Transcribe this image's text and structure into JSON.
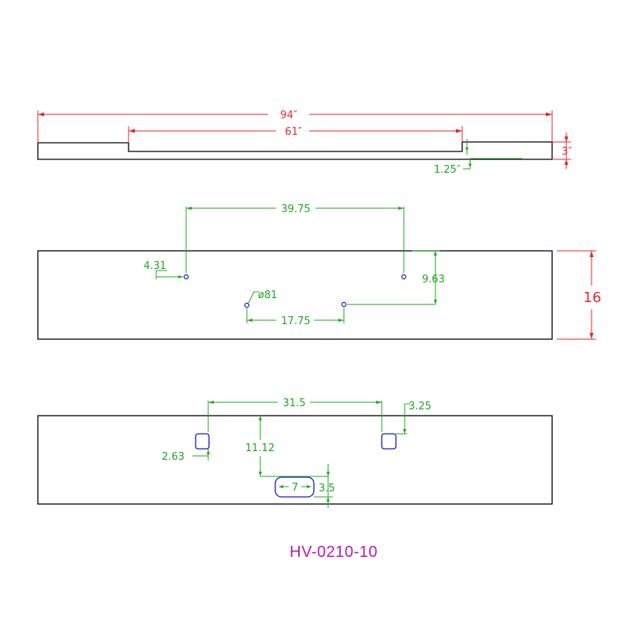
{
  "colors": {
    "outline": "#000000",
    "dim_red": "#e8262e",
    "dim_green": "#1ea81e",
    "feature_blue": "#1a1ac8",
    "label_magenta": "#b81ab8"
  },
  "views": {
    "top": {
      "overall_length": "94″",
      "notch_length": "61″",
      "thickness": "3″",
      "step": "1.25″"
    },
    "front": {
      "hole_spacing_top": "39.75",
      "left_offset": "4.31",
      "vertical_offset": "9.63",
      "hole_diameter": "ø81",
      "hole_spacing_bottom": "17.75",
      "height": "16"
    },
    "bottom": {
      "slot_spacing": "31.5",
      "right_slot_size": "3.25",
      "left_slot_size": "2.63",
      "center_offset": "11.12",
      "oval_length": "7",
      "oval_width": "3.5"
    }
  },
  "part_number": "HV-0210-10"
}
